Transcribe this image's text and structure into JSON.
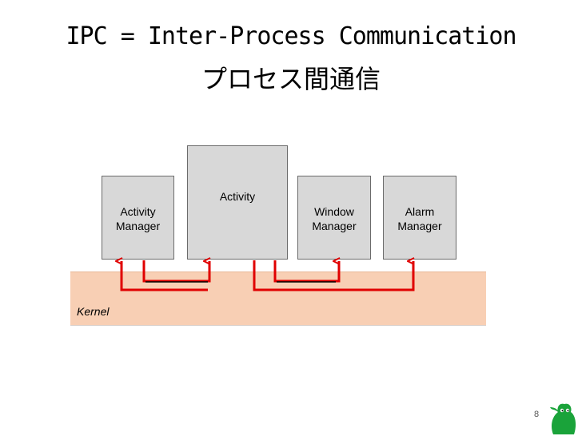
{
  "slide": {
    "title_en": "IPC = Inter-Process Communication",
    "title_ja": "プロセス間通信",
    "page_number": "8"
  },
  "kernel": {
    "label": "Kernel"
  },
  "boxes": {
    "activity_manager": {
      "line1": "Activity",
      "line2": "Manager"
    },
    "activity": {
      "line1": "Activity"
    },
    "window_manager": {
      "line1": "Window",
      "line2": "Manager"
    },
    "alarm_manager": {
      "line1": "Alarm",
      "line2": "Manager"
    }
  },
  "colors": {
    "arrow": "#e00000",
    "kernel_fill": "#f8cfb4",
    "box_fill": "#d8d8d8",
    "mascot": "#1aa33a"
  },
  "icons": {
    "mascot": "green-mascot-icon"
  }
}
